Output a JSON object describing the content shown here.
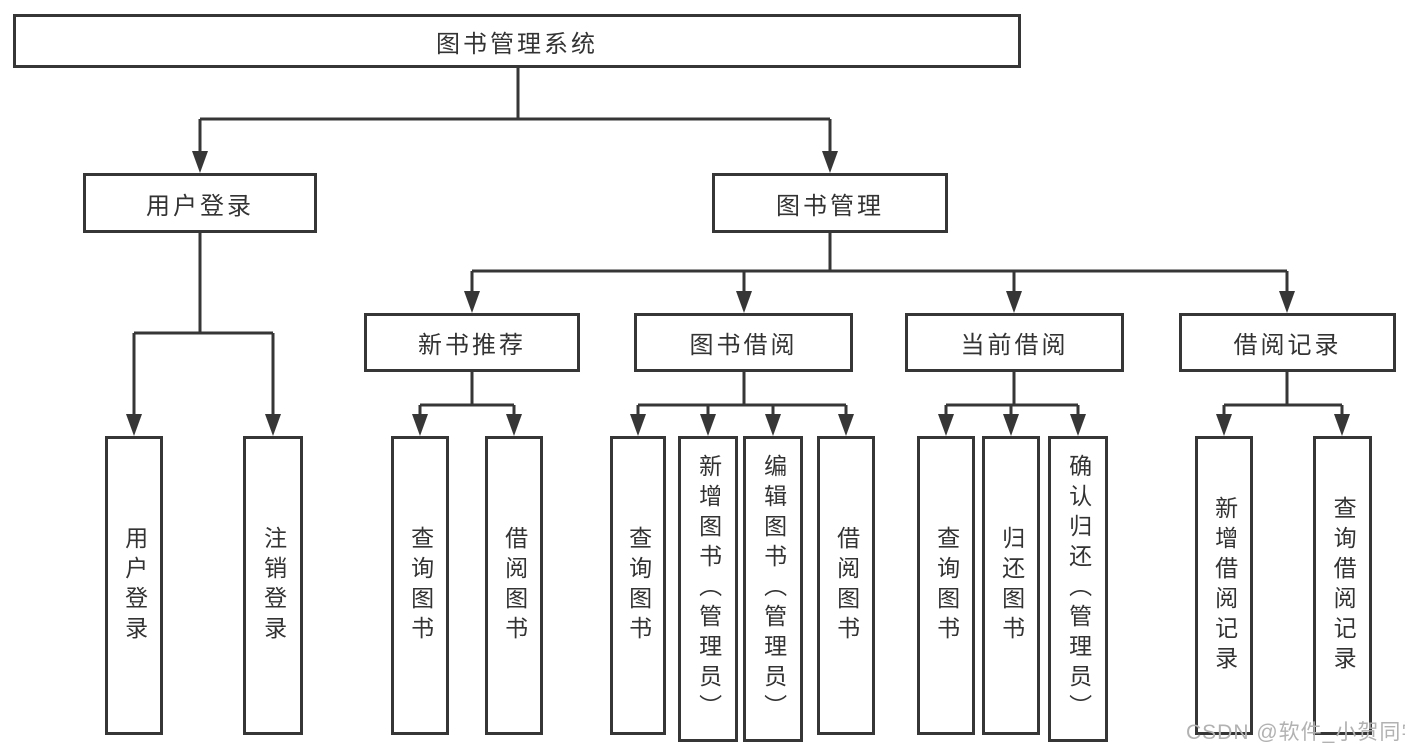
{
  "diagram": {
    "type": "hierarchy-tree",
    "tree": {
      "label": "图书管理系统",
      "children": [
        {
          "label": "用户登录",
          "children": [
            {
              "label": "用户登录"
            },
            {
              "label": "注销登录"
            }
          ]
        },
        {
          "label": "图书管理",
          "children": [
            {
              "label": "新书推荐",
              "children": [
                {
                  "label": "查询图书"
                },
                {
                  "label": "借阅图书"
                }
              ]
            },
            {
              "label": "图书借阅",
              "children": [
                {
                  "label": "查询图书"
                },
                {
                  "label": "新增图书（管理员）"
                },
                {
                  "label": "编辑图书（管理员）"
                },
                {
                  "label": "借阅图书"
                }
              ]
            },
            {
              "label": "当前借阅",
              "children": [
                {
                  "label": "查询图书"
                },
                {
                  "label": "归还图书"
                },
                {
                  "label": "确认归还（管理员）"
                }
              ]
            },
            {
              "label": "借阅记录",
              "children": [
                {
                  "label": "新增借阅记录"
                },
                {
                  "label": "查询借阅记录"
                }
              ]
            }
          ]
        }
      ]
    },
    "colors": {
      "line": "#363636",
      "box_border": "#363636",
      "text": "#333333",
      "background": "#ffffff",
      "watermark": "#b2b2b2"
    }
  },
  "watermark": {
    "text": "CSDN @软件_小贺同学"
  }
}
